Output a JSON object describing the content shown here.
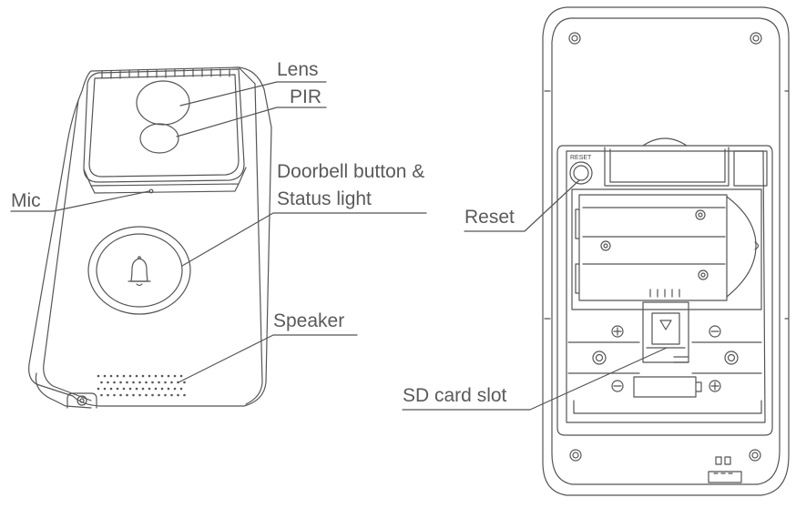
{
  "labels": {
    "lens": "Lens",
    "pir": "PIR",
    "mic": "Mic",
    "doorbell_line1": "Doorbell button &",
    "doorbell_line2": "Status light",
    "speaker": "Speaker",
    "reset": "Reset",
    "sd_card_slot": "SD card slot",
    "reset_small": "RESET"
  },
  "colors": {
    "stroke": "#555555",
    "text": "#5a5a5a",
    "background": "#ffffff"
  }
}
